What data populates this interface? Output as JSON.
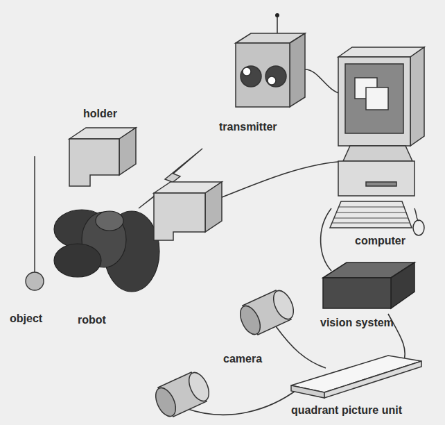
{
  "diagram": {
    "labels": [
      "holder",
      "transmitter",
      "computer",
      "object",
      "robot",
      "vision system",
      "camera",
      "quadrant picture unit"
    ]
  }
}
